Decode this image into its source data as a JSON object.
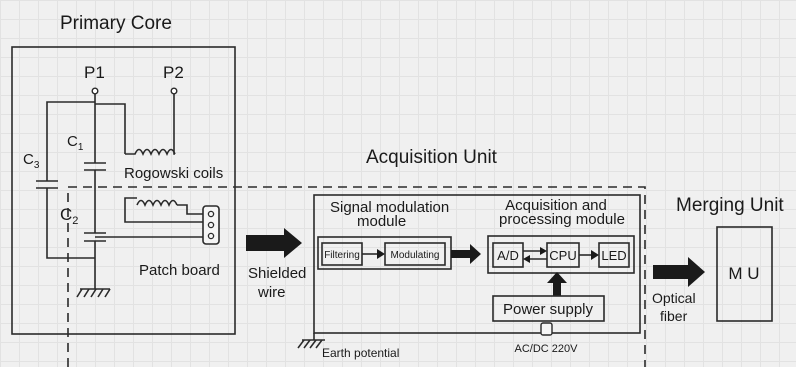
{
  "labels": {
    "primary_core": "Primary Core",
    "p1": "P1",
    "p2": "P2",
    "c1": "C",
    "c1_sub": "1",
    "c2": "C",
    "c2_sub": "2",
    "c3": "C",
    "c3_sub": "3",
    "rogowski": "Rogowski coils",
    "patch_board": "Patch board",
    "acquisition_unit": "Acquisition Unit",
    "shielded_line1": "Shielded",
    "shielded_line2": "wire",
    "signal_mod_line1": "Signal modulation",
    "signal_mod_line2": "module",
    "acq_proc_line1": "Acquisition and",
    "acq_proc_line2": "processing module",
    "filtering": "Filtering",
    "modulating": "Modulating",
    "ad": "A/D",
    "cpu": "CPU",
    "led": "LED",
    "power_supply": "Power supply",
    "ac_dc": "AC/DC 220V",
    "earth": "Earth potential",
    "merging_unit": "Merging Unit",
    "mu": "M U",
    "optical_line1": "Optical",
    "optical_line2": "fiber"
  }
}
